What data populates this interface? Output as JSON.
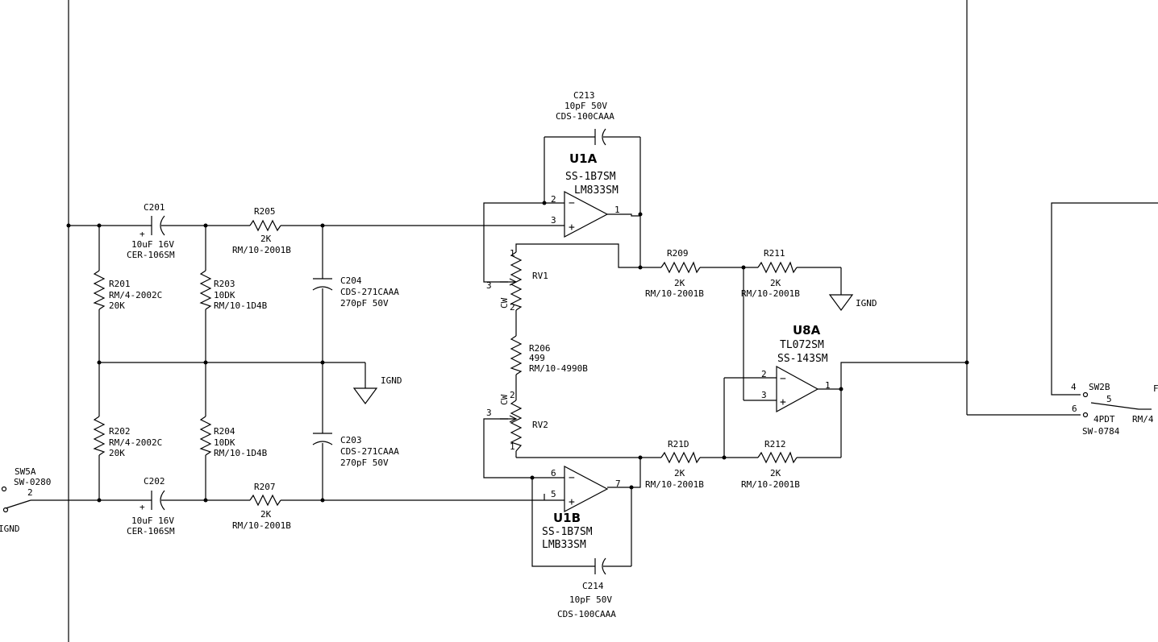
{
  "components": {
    "c201": {
      "ref": "C201",
      "pol": "+",
      "v1": "10uF  16V",
      "v2": "CER-106SM"
    },
    "c202": {
      "ref": "C202",
      "pol": "+",
      "v1": "10uF  16V",
      "v2": "CER-106SM"
    },
    "c203": {
      "ref": "C203",
      "v1": "CDS-271CAAA",
      "v2": "270pF  50V"
    },
    "c204": {
      "ref": "C204",
      "v1": "CDS-271CAAA",
      "v2": "270pF  50V"
    },
    "c213": {
      "ref": "C213",
      "v1": "10pF  50V",
      "v2": "CDS-100CAAA"
    },
    "c214": {
      "ref": "C214",
      "v1": "10pF  50V",
      "v2": "CDS-100CAAA"
    },
    "r201": {
      "ref": "R201",
      "v1": "RM/4-2002C",
      "v2": "20K"
    },
    "r202": {
      "ref": "R202",
      "v1": "RM/4-2002C",
      "v2": "20K"
    },
    "r203": {
      "ref": "R203",
      "v1": "10DK",
      "v2": "RM/10-1D4B"
    },
    "r204": {
      "ref": "R204",
      "v1": "10DK",
      "v2": "RM/10-1D4B"
    },
    "r205": {
      "ref": "R205",
      "v1": "2K",
      "v2": "RM/10-2001B"
    },
    "r206": {
      "ref": "R206",
      "v1": "499",
      "v2": "RM/10-4990B"
    },
    "r207": {
      "ref": "R207",
      "v1": "2K",
      "v2": "RM/10-2001B"
    },
    "r209": {
      "ref": "R209",
      "v1": "2K",
      "v2": "RM/10-2001B"
    },
    "r210": {
      "ref": "R21D",
      "v1": "2K",
      "v2": "RM/10-2001B"
    },
    "r211": {
      "ref": "R211",
      "v1": "2K",
      "v2": "RM/10-2001B"
    },
    "r212": {
      "ref": "R212",
      "v1": "2K",
      "v2": "RM/10-2001B"
    },
    "rv1": {
      "ref": "RV1",
      "p1": "1",
      "p2": "2",
      "p3": "3",
      "cw": "CW"
    },
    "rv2": {
      "ref": "RV2",
      "p1": "1",
      "p2": "2",
      "p3": "3",
      "cw": "CW"
    },
    "u1a": {
      "ref": "U1A",
      "v1": "SS-1B7SM",
      "v2": "LM833SM",
      "pin_inv": "2",
      "pin_noninv": "3",
      "pin_out": "1"
    },
    "u1b": {
      "ref": "U1B",
      "v1": "SS-1B7SM",
      "v2": "LMB33SM",
      "pin_inv": "6",
      "pin_noninv": "5",
      "pin_out": "7"
    },
    "u8a": {
      "ref": "U8A",
      "v1": "TL072SM",
      "v2": "SS-143SM",
      "pin_inv": "2",
      "pin_noninv": "3",
      "pin_out": "1"
    },
    "sw5a": {
      "ref": "SW5A",
      "v1": "SW-0280",
      "pin": "2",
      "gnd": "IGND"
    },
    "sw2b": {
      "ref": "SW2B",
      "pin4": "4",
      "pin5": "5",
      "pin6": "6",
      "v1": "4PDT",
      "v2": "SW-0784",
      "partial": "RM/4"
    }
  },
  "grounds": {
    "label": "IGND"
  },
  "signs": {
    "minus": "−",
    "plus": "+"
  },
  "edge_glyph": "F"
}
